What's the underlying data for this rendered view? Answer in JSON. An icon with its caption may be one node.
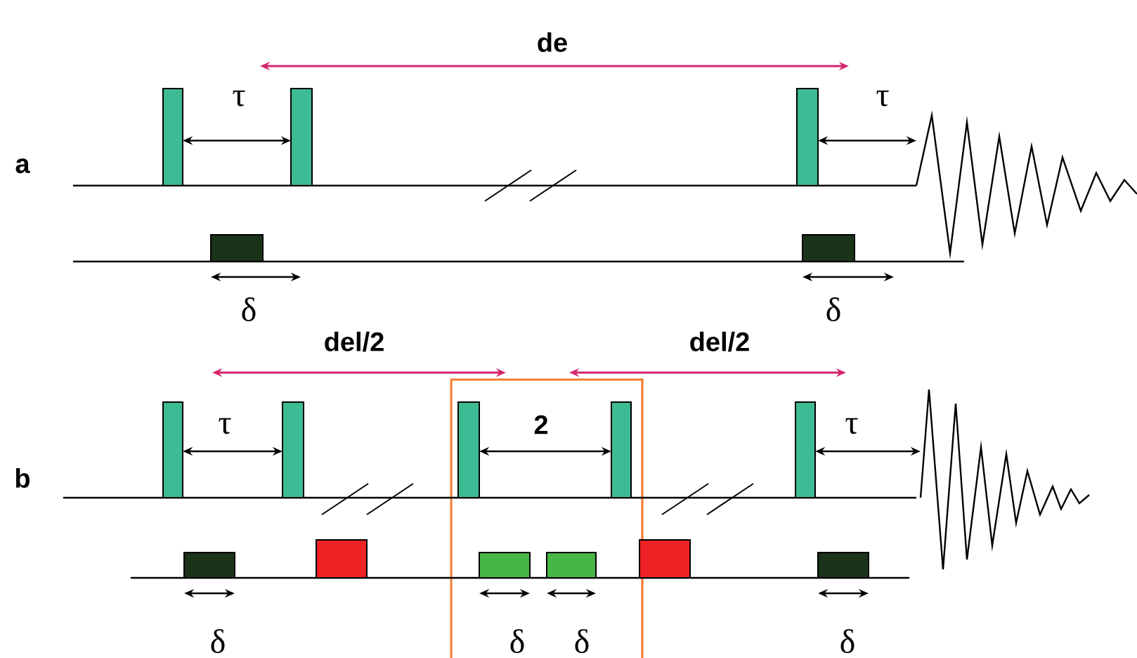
{
  "diagram": {
    "labels": [
      "de",
      "τ",
      "τ",
      "a",
      "δ",
      "δ",
      "del/2",
      "del/2",
      "τ",
      "2",
      "τ",
      "b",
      "δ",
      "δ",
      "δ",
      "δ"
    ]
  }
}
